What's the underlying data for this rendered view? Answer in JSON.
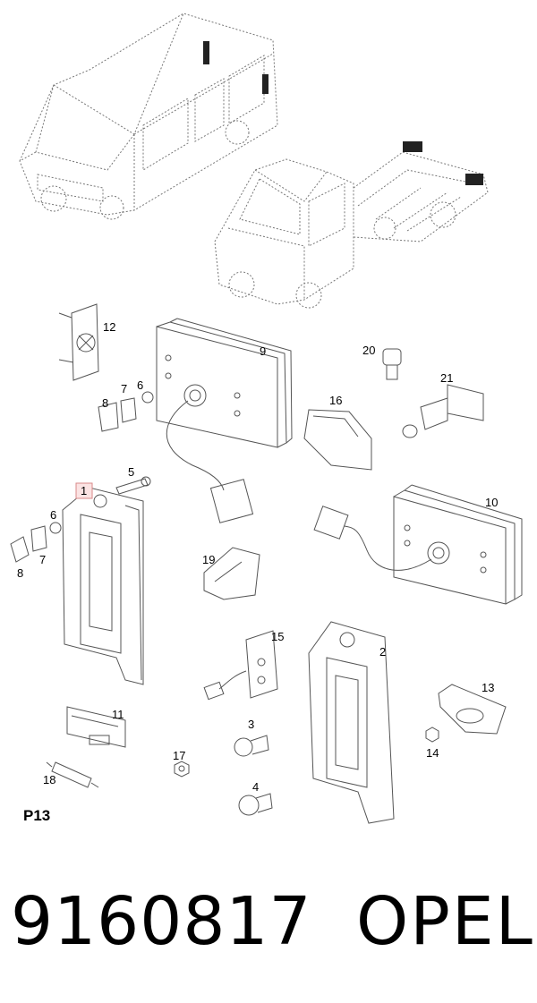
{
  "diagram": {
    "page_code": "P13",
    "callouts": [
      "1",
      "2",
      "3",
      "4",
      "5",
      "6",
      "6",
      "7",
      "7",
      "8",
      "8",
      "9",
      "10",
      "11",
      "12",
      "13",
      "14",
      "15",
      "16",
      "17",
      "18",
      "19",
      "20",
      "21"
    ]
  },
  "footer": {
    "part_number": "9160817",
    "brand": "OPEL"
  },
  "colors": {
    "line": "#555555",
    "highlight_border": "#d98a8a",
    "highlight_fill": "#fbe3e3",
    "window_marker": "#222222"
  }
}
